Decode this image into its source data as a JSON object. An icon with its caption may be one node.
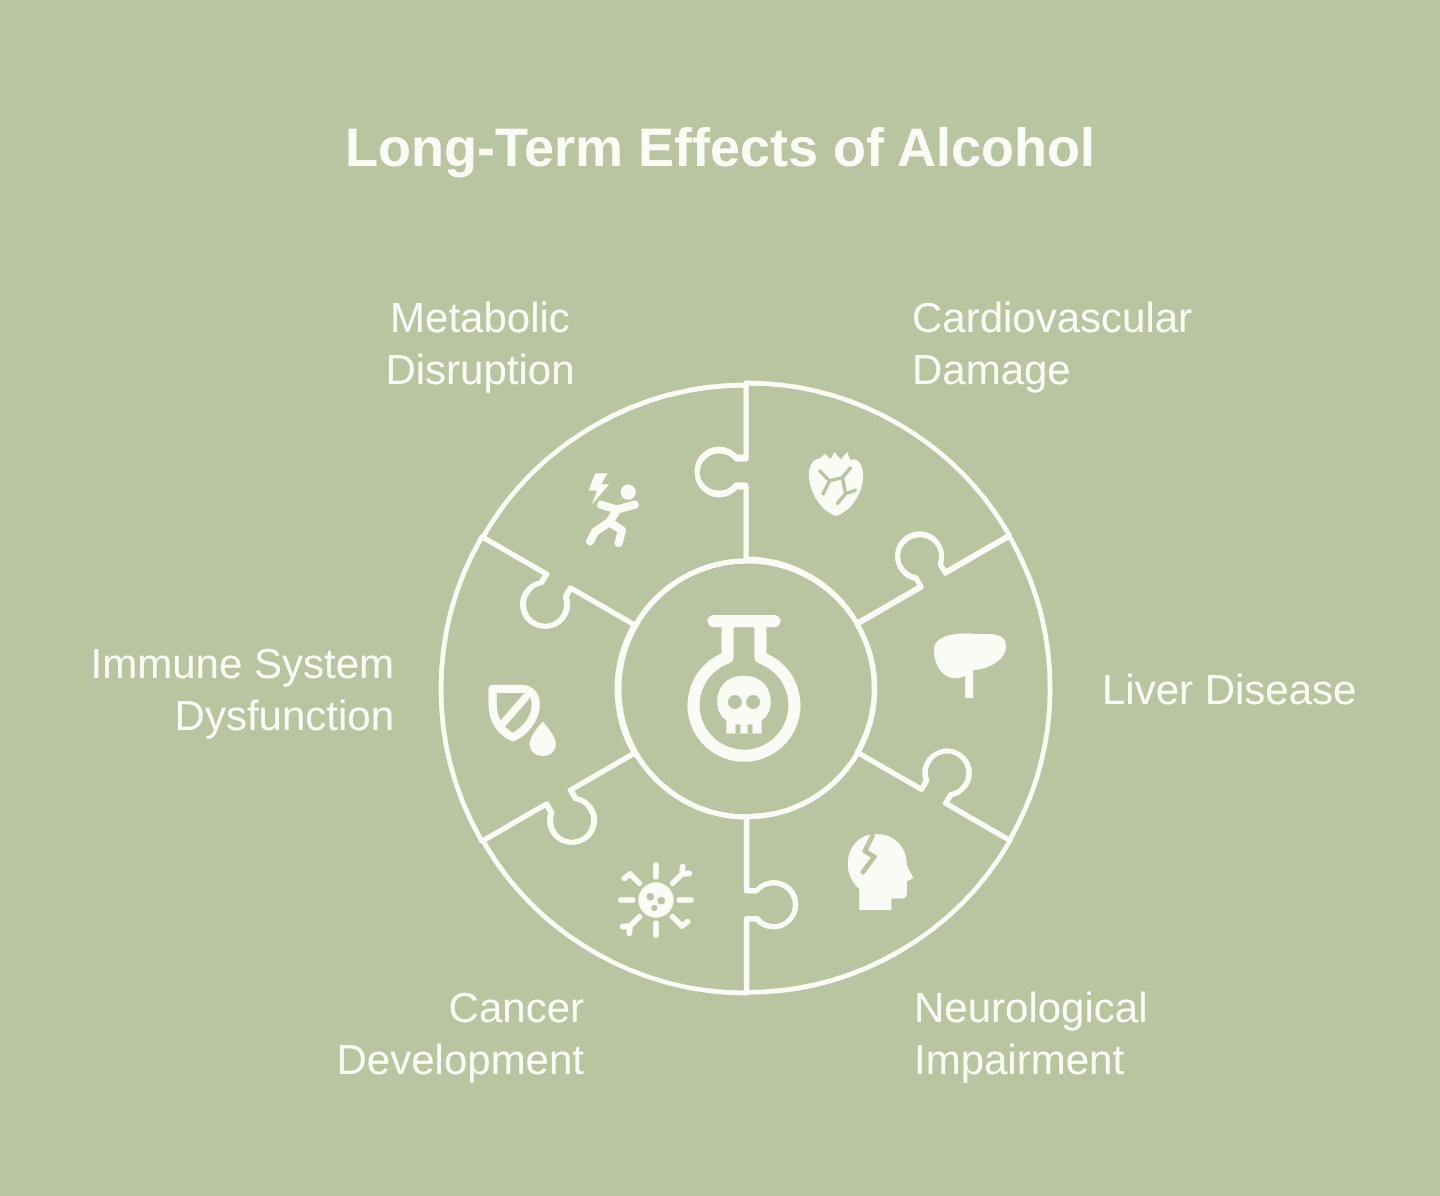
{
  "diagram": {
    "title": "Long-Term Effects of Alcohol",
    "nodes": [
      {
        "text": [
          "Metabolic Disruption"
        ]
      },
      {
        "text": [
          "Cardiovascular Damage"
        ]
      },
      {
        "text": [
          "Immune System Dysfunction"
        ]
      },
      {
        "text": [],
        "shape": "circle"
      },
      {
        "text": [
          "Liver Disease"
        ]
      },
      {
        "text": [
          "Cancer Development"
        ]
      },
      {
        "text": [
          "Neurological Impairment"
        ]
      }
    ]
  }
}
